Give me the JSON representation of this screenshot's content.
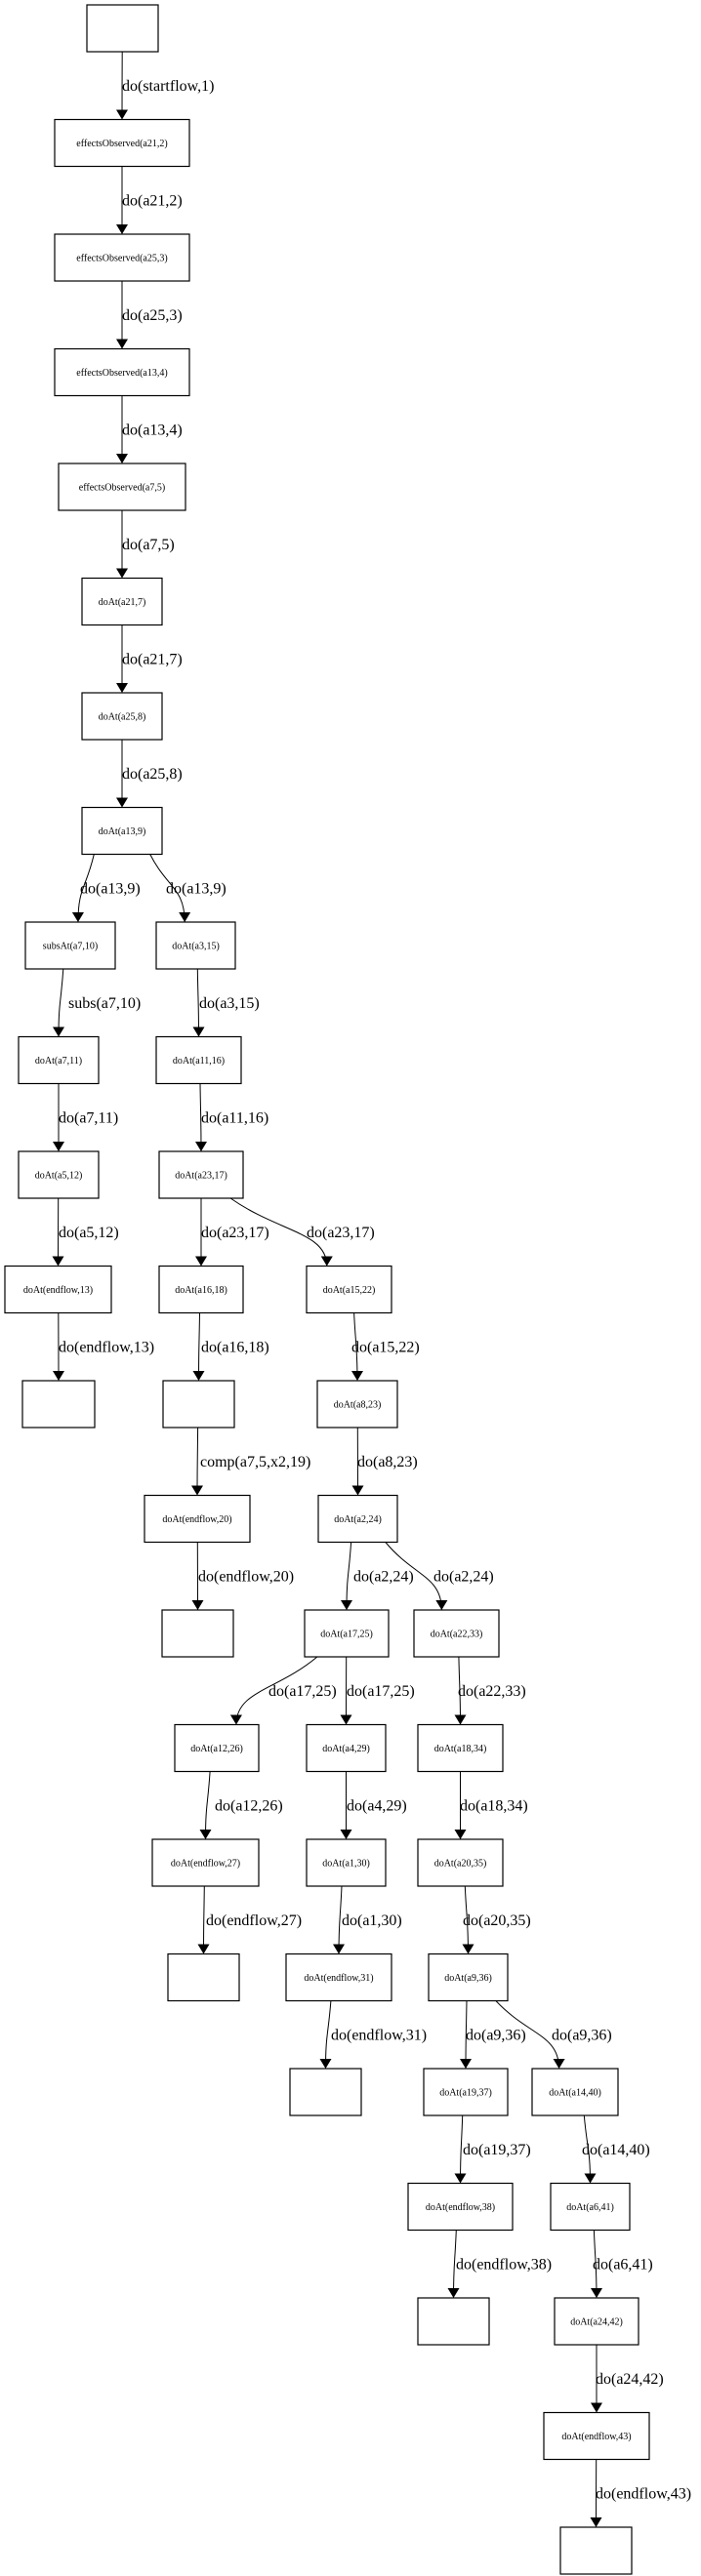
{
  "colors": {
    "stroke": "#000000",
    "background": "#ffffff"
  },
  "nodes": [
    "",
    "effectsObserved(a21,2)",
    "effectsObserved(a25,3)",
    "effectsObserved(a13,4)",
    "effectsObserved(a7,5)",
    "doAt(a21,7)",
    "doAt(a25,8)",
    "doAt(a13,9)",
    "subsAt(a7,10)",
    "doAt(a3,15)",
    "doAt(a7,11)",
    "doAt(a11,16)",
    "doAt(a5,12)",
    "doAt(a23,17)",
    "doAt(endflow,13)",
    "doAt(a16,18)",
    "doAt(a15,22)",
    "",
    "",
    "doAt(a8,23)",
    "doAt(endflow,20)",
    "doAt(a2,24)",
    "",
    "doAt(a17,25)",
    "doAt(a22,33)",
    "doAt(a12,26)",
    "doAt(a4,29)",
    "doAt(a18,34)",
    "doAt(endflow,27)",
    "doAt(a1,30)",
    "doAt(a20,35)",
    "",
    "doAt(endflow,31)",
    "doAt(a9,36)",
    "",
    "doAt(a19,37)",
    "doAt(a14,40)",
    "doAt(endflow,38)",
    "doAt(a6,41)",
    "",
    "doAt(a24,42)",
    "doAt(endflow,43)",
    ""
  ],
  "edges": [
    {
      "from": 0,
      "to": 1,
      "label": "do(startflow,1)"
    },
    {
      "from": 1,
      "to": 2,
      "label": "do(a21,2)"
    },
    {
      "from": 2,
      "to": 3,
      "label": "do(a25,3)"
    },
    {
      "from": 3,
      "to": 4,
      "label": "do(a13,4)"
    },
    {
      "from": 4,
      "to": 5,
      "label": "do(a7,5)"
    },
    {
      "from": 5,
      "to": 6,
      "label": "do(a21,7)"
    },
    {
      "from": 6,
      "to": 7,
      "label": "do(a25,8)"
    },
    {
      "from": 7,
      "to": 8,
      "label": "do(a13,9)"
    },
    {
      "from": 7,
      "to": 9,
      "label": "do(a13,9)"
    },
    {
      "from": 8,
      "to": 10,
      "label": "subs(a7,10)"
    },
    {
      "from": 9,
      "to": 11,
      "label": "do(a3,15)"
    },
    {
      "from": 10,
      "to": 12,
      "label": "do(a7,11)"
    },
    {
      "from": 11,
      "to": 13,
      "label": "do(a11,16)"
    },
    {
      "from": 12,
      "to": 14,
      "label": "do(a5,12)"
    },
    {
      "from": 13,
      "to": 15,
      "label": "do(a23,17)"
    },
    {
      "from": 13,
      "to": 16,
      "label": "do(a23,17)"
    },
    {
      "from": 14,
      "to": 17,
      "label": "do(endflow,13)"
    },
    {
      "from": 15,
      "to": 18,
      "label": "do(a16,18)"
    },
    {
      "from": 16,
      "to": 19,
      "label": "do(a15,22)"
    },
    {
      "from": 18,
      "to": 20,
      "label": "comp(a7,5,x2,19)"
    },
    {
      "from": 19,
      "to": 21,
      "label": "do(a8,23)"
    },
    {
      "from": 20,
      "to": 22,
      "label": "do(endflow,20)"
    },
    {
      "from": 21,
      "to": 23,
      "label": "do(a2,24)"
    },
    {
      "from": 21,
      "to": 24,
      "label": "do(a2,24)"
    },
    {
      "from": 23,
      "to": 25,
      "label": "do(a17,25)"
    },
    {
      "from": 23,
      "to": 26,
      "label": "do(a17,25)"
    },
    {
      "from": 24,
      "to": 27,
      "label": "do(a22,33)"
    },
    {
      "from": 25,
      "to": 28,
      "label": "do(a12,26)"
    },
    {
      "from": 26,
      "to": 29,
      "label": "do(a4,29)"
    },
    {
      "from": 27,
      "to": 30,
      "label": "do(a18,34)"
    },
    {
      "from": 28,
      "to": 31,
      "label": "do(endflow,27)"
    },
    {
      "from": 29,
      "to": 32,
      "label": "do(a1,30)"
    },
    {
      "from": 30,
      "to": 33,
      "label": "do(a20,35)"
    },
    {
      "from": 32,
      "to": 34,
      "label": "do(endflow,31)"
    },
    {
      "from": 33,
      "to": 35,
      "label": "do(a9,36)"
    },
    {
      "from": 33,
      "to": 36,
      "label": "do(a9,36)"
    },
    {
      "from": 35,
      "to": 37,
      "label": "do(a19,37)"
    },
    {
      "from": 36,
      "to": 38,
      "label": "do(a14,40)"
    },
    {
      "from": 37,
      "to": 39,
      "label": "do(endflow,38)"
    },
    {
      "from": 38,
      "to": 40,
      "label": "do(a6,41)"
    },
    {
      "from": 40,
      "to": 41,
      "label": "do(a24,42)"
    },
    {
      "from": 41,
      "to": 42,
      "label": "do(endflow,43)"
    }
  ]
}
